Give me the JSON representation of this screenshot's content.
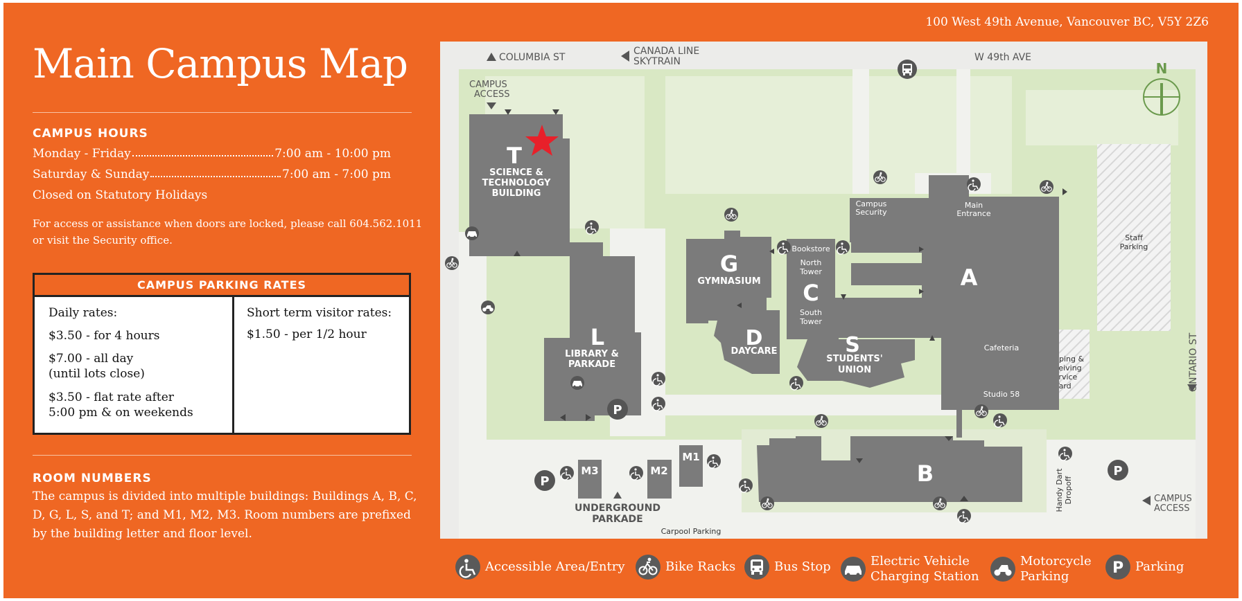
{
  "title": "Main Campus Map",
  "address": "100 West 49th Avenue, Vancouver BC, V5Y 2Z6",
  "hours": {
    "heading": "CAMPUS HOURS",
    "rows": [
      {
        "label": "Monday - Friday",
        "value": "7:00 am - 10:00 pm"
      },
      {
        "label": "Saturday & Sunday",
        "value": "7:00 am - 7:00 pm"
      }
    ],
    "closed": "Closed on Statutory Holidays",
    "note_line1": "For access or assistance when doors are locked, please call 604.562.1011",
    "note_line2": "or visit the Security office."
  },
  "parking_rates": {
    "heading": "CAMPUS PARKING RATES",
    "daily_heading": "Daily rates:",
    "daily_1": "$3.50 - for 4 hours",
    "daily_2a": "$7.00 - all day",
    "daily_2b": "(until lots close)",
    "daily_3a": "$3.50 - flat rate after",
    "daily_3b": "5:00 pm & on weekends",
    "short_heading": "Short term visitor rates:",
    "short_1": "$1.50 - per 1/2 hour"
  },
  "rooms": {
    "heading": "ROOM NUMBERS",
    "text": "The campus is divided into multiple buildings: Buildings A, B, C, D, G, L, S, and T; and M1, M2, M3. Room numbers are prefixed by the building letter and floor level."
  },
  "map": {
    "streets": {
      "columbia": "COLUMBIA ST",
      "canada_line_1": "CANADA LINE",
      "canada_line_2": "SKYTRAIN",
      "w49": "W 49th AVE",
      "ontario": "ONTARIO ST"
    },
    "campus_access_1": "CAMPUS",
    "campus_access_2": "ACCESS",
    "north": "N",
    "buildings": {
      "T": {
        "letter": "T",
        "name1": "SCIENCE &",
        "name2": "TECHNOLOGY",
        "name3": "BUILDING"
      },
      "L": {
        "letter": "L",
        "name1": "LIBRARY &",
        "name2": "PARKADE"
      },
      "G": {
        "letter": "G",
        "name1": "GYMNASIUM"
      },
      "D": {
        "letter": "D",
        "name1": "DAYCARE"
      },
      "C": {
        "letter": "C",
        "bookstore": "Bookstore",
        "north1": "North",
        "north2": "Tower",
        "south1": "South",
        "south2": "Tower"
      },
      "S": {
        "letter": "S",
        "name1": "STUDENTS'",
        "name2": "UNION"
      },
      "A": {
        "letter": "A",
        "security1": "Campus",
        "security2": "Security",
        "entrance1": "Main",
        "entrance2": "Entrance",
        "cafeteria": "Cafeteria",
        "studio": "Studio 58"
      },
      "B": {
        "letter": "B"
      },
      "M1": "M1",
      "M2": "M2",
      "M3": "M3"
    },
    "staff_parking_1": "Staff",
    "staff_parking_2": "Parking",
    "shipping_1": "Shipping &",
    "shipping_2": "Receiving",
    "shipping_3": "Service",
    "shipping_4": "Yard",
    "underground_1": "UNDERGROUND",
    "underground_2": "PARKADE",
    "carpool": "Carpool Parking",
    "handy_1": "Handy Dart",
    "handy_2": "Dropoff",
    "parking_letter": "P"
  },
  "legend": {
    "accessible": "Accessible Area/Entry",
    "bike": "Bike Racks",
    "bus": "Bus Stop",
    "ev_1": "Electric Vehicle",
    "ev_2": "Charging Station",
    "moto_1": "Motorcycle",
    "moto_2": "Parking",
    "parking_letter": "P",
    "parking": "Parking"
  },
  "colors": {
    "accent": "#ef6723",
    "building": "#7b7b7b",
    "grass": "#d9e8c4",
    "star": "#e8202a"
  }
}
